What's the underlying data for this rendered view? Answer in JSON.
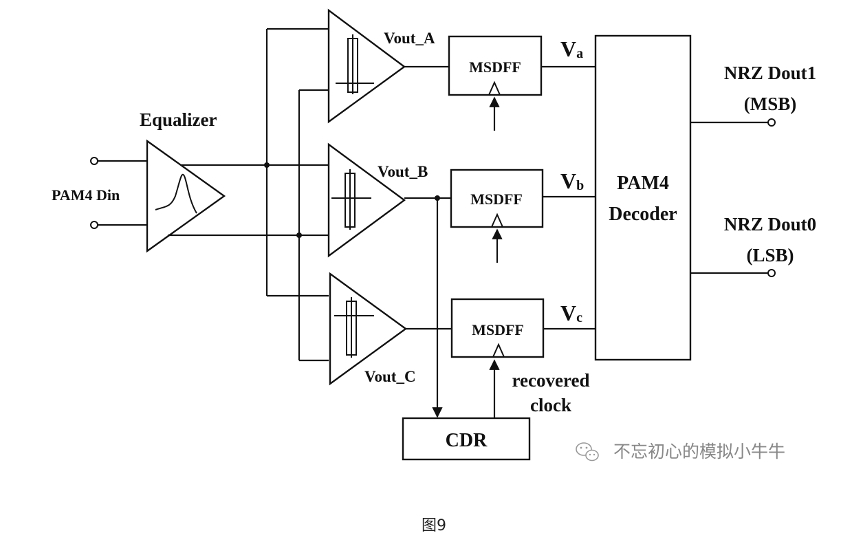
{
  "diagram": {
    "equalizer_label": "Equalizer",
    "input_label": "PAM4 Din",
    "comparators": [
      {
        "label": "Vout_A"
      },
      {
        "label": "Vout_B"
      },
      {
        "label": "Vout_C"
      }
    ],
    "flipflops": [
      {
        "label": "MSDFF",
        "out_main": "V",
        "out_sub": "a"
      },
      {
        "label": "MSDFF",
        "out_main": "V",
        "out_sub": "b"
      },
      {
        "label": "MSDFF",
        "out_main": "V",
        "out_sub": "c"
      }
    ],
    "decoder": {
      "line1": "PAM4",
      "line2": "Decoder"
    },
    "outputs": [
      {
        "line1": "NRZ Dout1",
        "line2": "(MSB)"
      },
      {
        "line1": "NRZ Dout0",
        "line2": "(LSB)"
      }
    ],
    "cdr_label": "CDR",
    "clock_label_line1": "recovered",
    "clock_label_line2": "clock"
  },
  "watermark": {
    "text": "不忘初心的模拟小牛牛",
    "icon": "wechat-icon"
  },
  "caption": "图9"
}
